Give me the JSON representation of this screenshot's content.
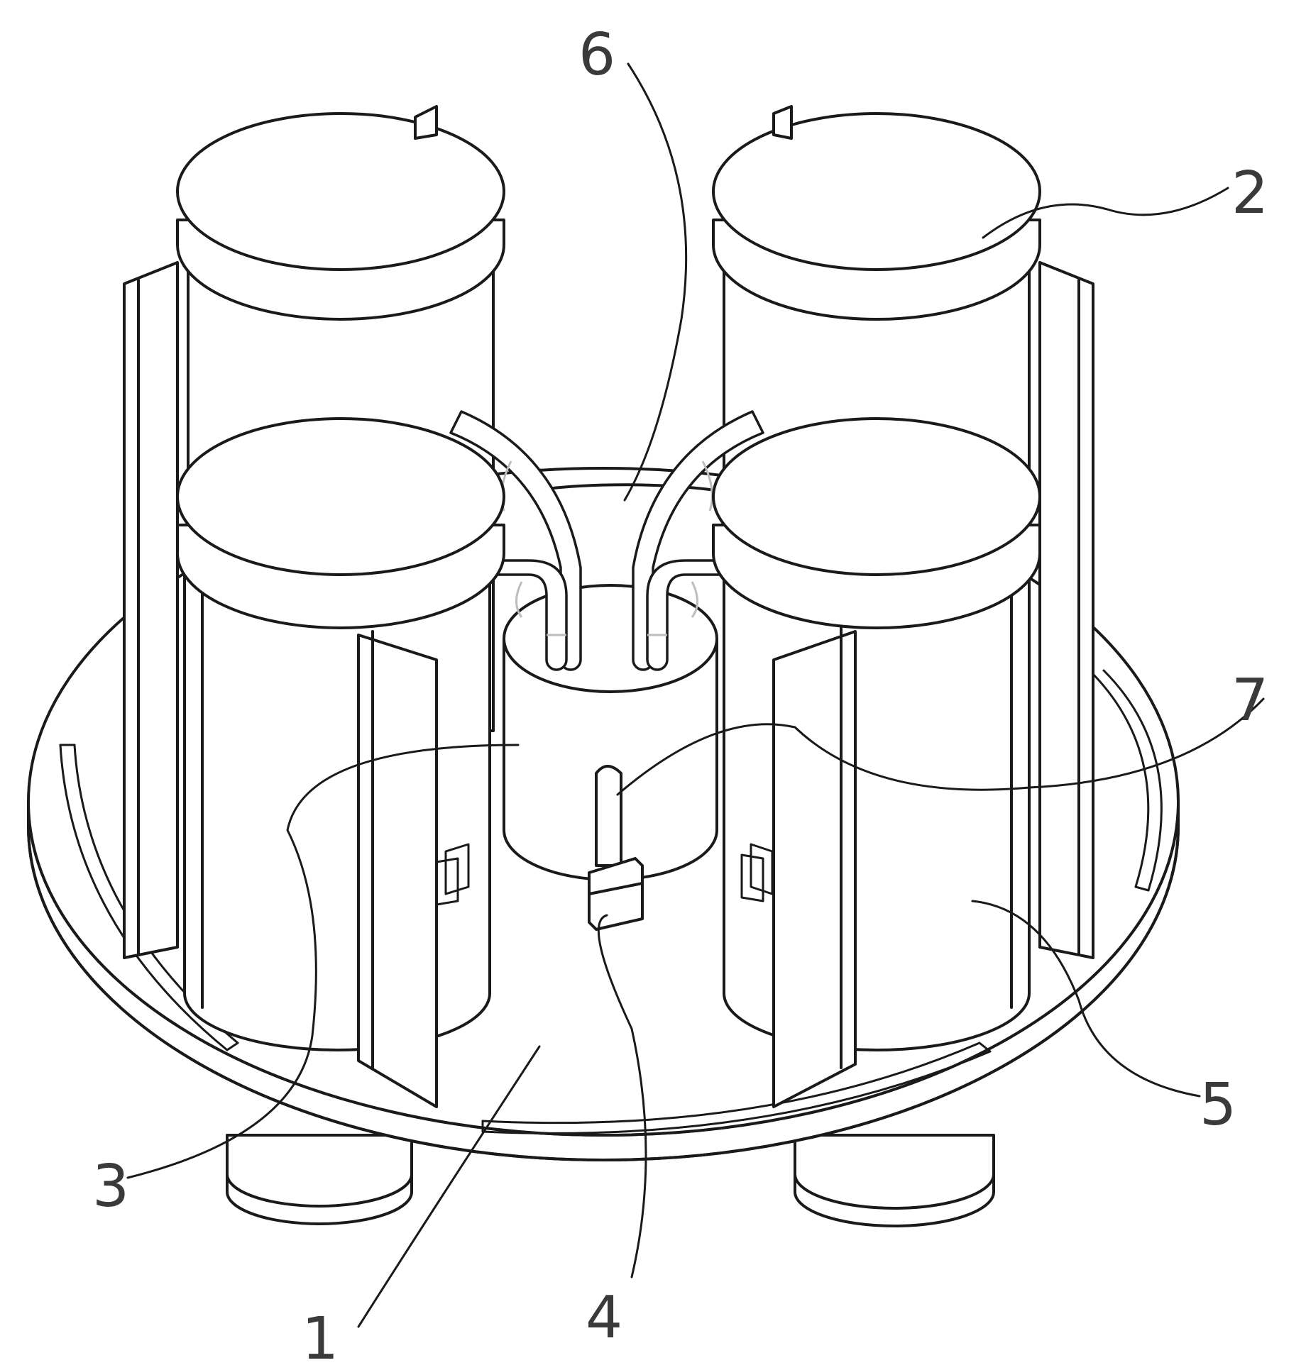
{
  "figure": {
    "labels": [
      {
        "id": "label-1",
        "text": "1"
      },
      {
        "id": "label-2",
        "text": "2"
      },
      {
        "id": "label-3",
        "text": "3"
      },
      {
        "id": "label-4",
        "text": "4"
      },
      {
        "id": "label-5",
        "text": "5"
      },
      {
        "id": "label-6",
        "text": "6"
      },
      {
        "id": "label-7",
        "text": "7"
      }
    ]
  },
  "style": {
    "line_color": "#1a1a1a",
    "label_color": "#3a3a3a",
    "joint_color": "#bdbdbd",
    "background": "#ffffff"
  }
}
